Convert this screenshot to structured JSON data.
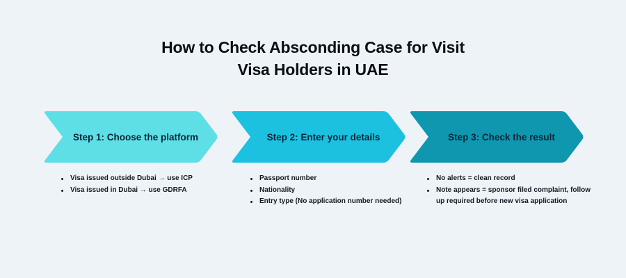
{
  "title": {
    "line1": "How to Check Absconding Case for Visit",
    "line2": "Visa Holders in UAE"
  },
  "steps": [
    {
      "label": "Step 1: Choose the platform",
      "color": "#5edfe6",
      "bullets": [
        "Visa issued outside Dubai → use ICP",
        "Visa issued in Dubai → use GDRFA"
      ]
    },
    {
      "label": "Step 2: Enter your details",
      "color": "#1cc1e0",
      "bullets": [
        "Passport number",
        "Nationality",
        "Entry type (No application number needed)"
      ]
    },
    {
      "label": "Step 3: Check the result",
      "color": "#0f97b0",
      "bullets": [
        "No alerts = clean record",
        "Note appears = sponsor filed complaint, follow up required before new visa application"
      ]
    }
  ],
  "colors": {
    "background": "#eef3f7",
    "text": "#0a0f16"
  }
}
